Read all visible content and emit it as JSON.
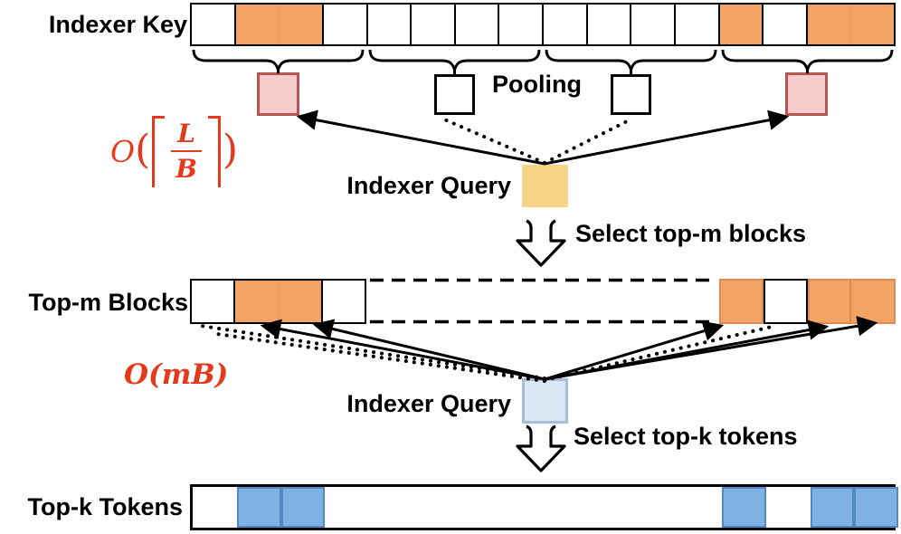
{
  "colors": {
    "orange": "#F1A466",
    "orange-divider": "#EDA05B",
    "orange-stroke": "#DD8B52",
    "pink": "#F6CBCC",
    "pink-stroke": "#B85450",
    "yellow": "#F6D488",
    "lightblue": "#DCE7F5",
    "lightblue-stroke": "#A7BDD8",
    "blue": "#7FB1E2",
    "blue-stroke": "#5289C5",
    "red": "#E5391B"
  },
  "labels": {
    "indexer_key": "Indexer Key",
    "pooling": "Pooling",
    "indexer_query_1": "Indexer Query",
    "select_top_m": "Select top-m blocks",
    "top_m_blocks": "Top-m Blocks",
    "indexer_query_2": "Indexer Query",
    "select_top_k": "Select top-k tokens",
    "top_k_tokens": "Top-k Tokens",
    "o_mb": "O(mB)"
  },
  "formula_block": {
    "o": "O",
    "open_paren": "(",
    "numerator": "L",
    "denominator": "B",
    "close_paren": ")"
  },
  "rows": {
    "indexer_key_cells": [
      "w",
      "o",
      "oc",
      "w",
      "w",
      "w",
      "w",
      "w",
      "w",
      "w",
      "w",
      "w",
      "o",
      "w",
      "o",
      "oc"
    ],
    "top_m_left_cells": [
      "w",
      "o",
      "oc",
      "w"
    ],
    "top_m_right_cells": [
      "og",
      "wb",
      "og",
      "ogc"
    ],
    "top_k_blue_offsets": [
      48.75,
      97.5,
      585,
      682.5,
      731.25
    ]
  }
}
